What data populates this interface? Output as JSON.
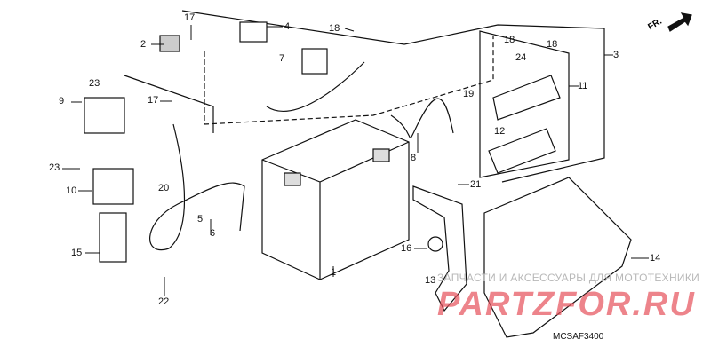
{
  "diagram": {
    "callouts": [
      {
        "id": "c17a",
        "text": "17"
      },
      {
        "id": "c2",
        "text": "2"
      },
      {
        "id": "c4",
        "text": "4"
      },
      {
        "id": "c18a",
        "text": "18"
      },
      {
        "id": "c7",
        "text": "7"
      },
      {
        "id": "c9",
        "text": "9"
      },
      {
        "id": "c23a",
        "text": "23"
      },
      {
        "id": "c17b",
        "text": "17"
      },
      {
        "id": "c23b",
        "text": "23"
      },
      {
        "id": "c10",
        "text": "10"
      },
      {
        "id": "c20",
        "text": "20"
      },
      {
        "id": "c5",
        "text": "5"
      },
      {
        "id": "c6",
        "text": "6"
      },
      {
        "id": "c15",
        "text": "15"
      },
      {
        "id": "c22",
        "text": "22"
      },
      {
        "id": "c1",
        "text": "1"
      },
      {
        "id": "c8",
        "text": "8"
      },
      {
        "id": "c19",
        "text": "19"
      },
      {
        "id": "c21",
        "text": "21"
      },
      {
        "id": "c16",
        "text": "16"
      },
      {
        "id": "c13",
        "text": "13"
      },
      {
        "id": "c14",
        "text": "14"
      },
      {
        "id": "c12",
        "text": "12"
      },
      {
        "id": "c11",
        "text": "11"
      },
      {
        "id": "c3",
        "text": "3"
      },
      {
        "id": "c18b",
        "text": "18"
      },
      {
        "id": "c24",
        "text": "24"
      },
      {
        "id": "c18c",
        "text": "18"
      }
    ],
    "direction_label": "FR.",
    "diagram_code": "MCSAF3400",
    "watermark_text": "ЗАПЧАСТИ И АКСЕССУАРЫ ДЛЯ МОТОТЕХНИКИ",
    "watermark_logo": "PARTZFOR.RU"
  }
}
